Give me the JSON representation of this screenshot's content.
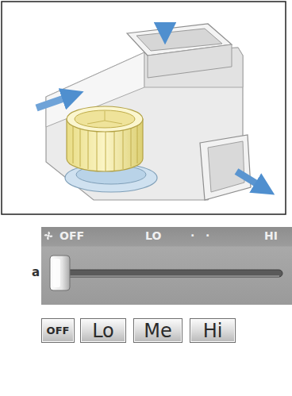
{
  "diagram": {
    "nodes": [
      {
        "text": [
          "OFF",
          "LO",
          "·",
          "·",
          "HI"
        ]
      },
      {
        "text": [
          "OFF"
        ]
      },
      {
        "text": [
          "Lo"
        ]
      },
      {
        "text": [
          "Me"
        ]
      },
      {
        "text": [
          "Hi"
        ]
      }
    ],
    "labels": [
      "a"
    ]
  }
}
